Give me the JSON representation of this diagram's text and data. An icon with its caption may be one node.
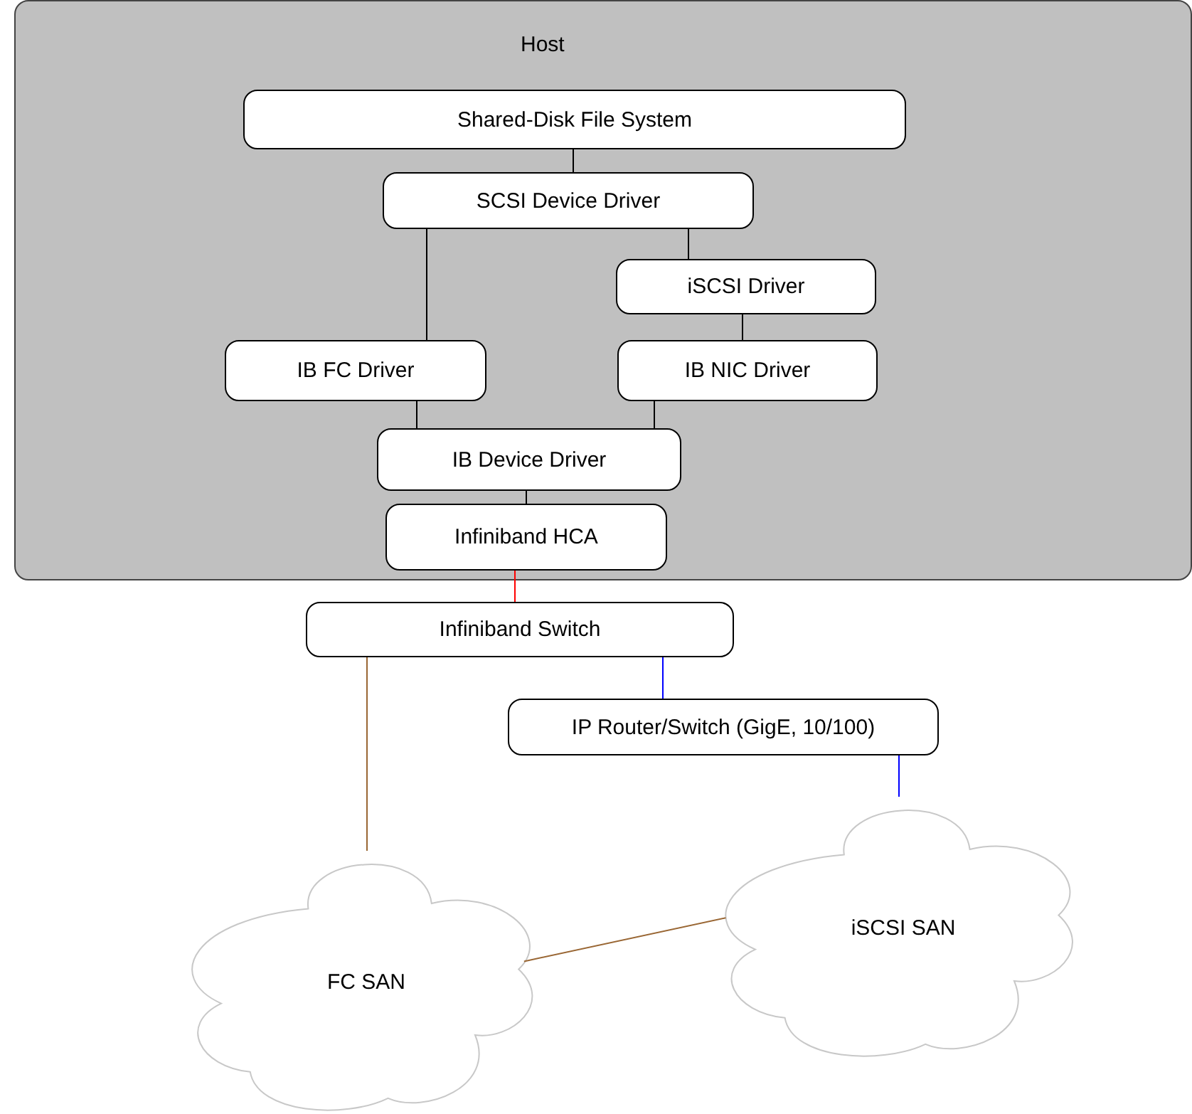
{
  "diagram": {
    "nodes": [
      {
        "text": [
          "Host"
        ]
      },
      {
        "text": [
          "Shared-Disk File System"
        ],
        "in": 0
      },
      {
        "text": [
          "SCSI Device Driver"
        ],
        "in": 0
      },
      {
        "text": [
          "iSCSI Driver"
        ],
        "in": 0
      },
      {
        "text": [
          "IB FC Driver"
        ],
        "in": 0
      },
      {
        "text": [
          "IB NIC Driver"
        ],
        "in": 0
      },
      {
        "text": [
          "IB Device Driver"
        ],
        "in": 0
      },
      {
        "text": [
          "Infiniband HCA"
        ],
        "in": 0
      },
      {
        "text": [
          "Infiniband Switch"
        ]
      },
      {
        "text": [
          "IP Router/Switch (GigE, 10/100)"
        ]
      },
      {
        "text": [
          "FC SAN"
        ]
      },
      {
        "text": [
          "iSCSI SAN"
        ]
      }
    ],
    "edges": [
      {
        "from": 1,
        "to": 2,
        "arrow": "none"
      },
      {
        "from": 2,
        "to": 4,
        "arrow": "none"
      },
      {
        "from": 2,
        "to": 3,
        "arrow": "none"
      },
      {
        "from": 3,
        "to": 5,
        "arrow": "none"
      },
      {
        "from": 4,
        "to": 6,
        "arrow": "none"
      },
      {
        "from": 5,
        "to": 6,
        "arrow": "none"
      },
      {
        "from": 6,
        "to": 7,
        "arrow": "none"
      },
      {
        "from": 7,
        "to": 8,
        "arrow": "none",
        "color": "#ff0000"
      },
      {
        "from": 8,
        "to": 9,
        "arrow": "none",
        "color": "#0000ff"
      },
      {
        "from": 9,
        "to": 11,
        "arrow": "none",
        "color": "#0000ff"
      },
      {
        "from": 8,
        "to": 10,
        "arrow": "none",
        "color": "#996633"
      },
      {
        "from": 10,
        "to": 11,
        "arrow": "none",
        "color": "#996633"
      }
    ]
  }
}
